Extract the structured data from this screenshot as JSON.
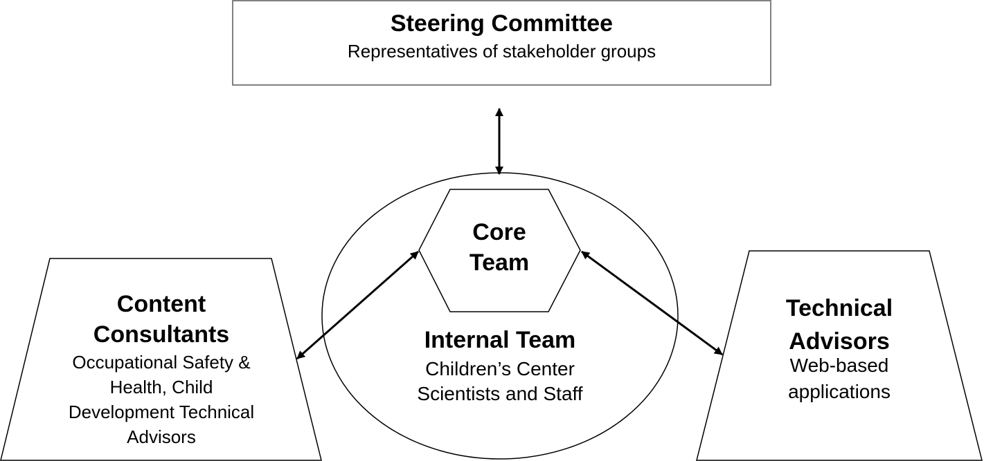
{
  "steering": {
    "title": "Steering Committee",
    "subtitle": "Representatives of stakeholder groups"
  },
  "core": {
    "line1": "Core",
    "line2": "Team"
  },
  "internal": {
    "title": "Internal Team",
    "desc_line1": "Children’s Center",
    "desc_line2": "Scientists and Staff"
  },
  "content": {
    "title_line1": "Content",
    "title_line2": "Consultants",
    "desc_line1": "Occupational Safety &",
    "desc_line2": "Health, Child",
    "desc_line3": "Development Technical",
    "desc_line4": "Advisors"
  },
  "technical": {
    "title_line1": "Technical",
    "title_line2": "Advisors",
    "desc_line1": "Web-based",
    "desc_line2": "applications"
  },
  "colors": {
    "stroke": "#000000",
    "box_border": "#808080",
    "background": "#ffffff"
  }
}
